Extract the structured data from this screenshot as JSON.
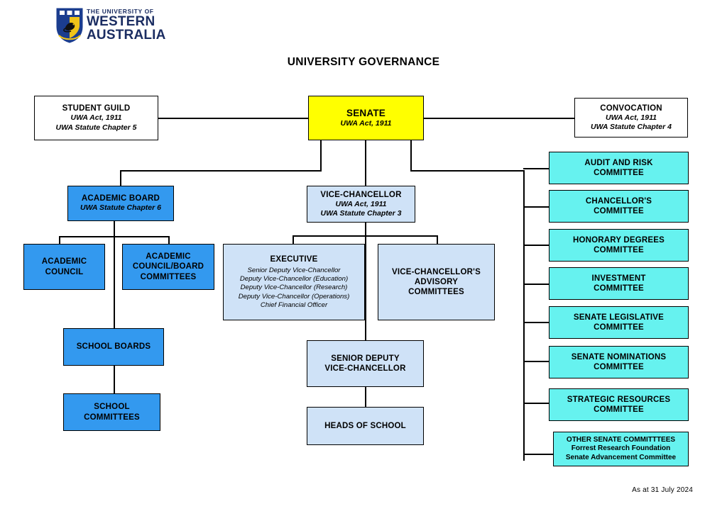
{
  "logo": {
    "line1": "THE UNIVERSITY OF",
    "line2": "WESTERN",
    "line3": "AUSTRALIA",
    "icon": "uwa-shield-swan-crest",
    "shield_blue": "#1b3d8f",
    "shield_gold": "#f0c419",
    "wordmark_color": "#1b2d62"
  },
  "title": "UNIVERSITY GOVERNANCE",
  "footer": {
    "date_note": "As at 31 July 2024"
  },
  "colors": {
    "white": "#ffffff",
    "yellow": "#ffff00",
    "blue": "#3399ef",
    "light_blue": "#cfe2f7",
    "cyan": "#66f2ef",
    "border": "#000000"
  },
  "nodes": {
    "student_guild": {
      "title": "STUDENT GUILD",
      "sub1": "UWA Act, 1911",
      "sub2": "UWA Statute Chapter 5"
    },
    "senate": {
      "title": "SENATE",
      "sub1": "UWA Act, 1911"
    },
    "convocation": {
      "title": "CONVOCATION",
      "sub1": "UWA Act, 1911",
      "sub2": "UWA Statute Chapter 4"
    },
    "academic_board": {
      "title": "ACADEMIC BOARD",
      "sub1": "UWA Statute Chapter 6"
    },
    "academic_council": {
      "title_line1": "ACADEMIC",
      "title_line2": "COUNCIL"
    },
    "academic_council_board_committees": {
      "title_line1": "ACADEMIC",
      "title_line2": "COUNCIL/BOARD",
      "title_line3": "COMMITTEES"
    },
    "school_boards": {
      "title": "SCHOOL BOARDS"
    },
    "school_committees": {
      "title_line1": "SCHOOL",
      "title_line2": "COMMITTEES"
    },
    "vice_chancellor": {
      "title": "VICE-CHANCELLOR",
      "sub1": "UWA Act, 1911",
      "sub2": "UWA Statute Chapter 3"
    },
    "executive": {
      "title": "EXECUTIVE",
      "members": [
        "Senior Deputy Vice-Chancellor",
        "Deputy Vice-Chancellor (Education)",
        "Deputy Vice-Chancellor (Research)",
        "Deputy Vice-Chancellor (Operations)",
        "Chief Financial Officer"
      ]
    },
    "vc_advisory_committees": {
      "title_line1": "VICE-CHANCELLOR'S",
      "title_line2": "ADVISORY",
      "title_line3": "COMMITTEES"
    },
    "senior_deputy_vc": {
      "title_line1": "SENIOR DEPUTY",
      "title_line2": "VICE-CHANCELLOR"
    },
    "heads_of_school": {
      "title": "HEADS OF SCHOOL"
    }
  },
  "senate_committees": [
    {
      "line1": "AUDIT AND RISK",
      "line2": "COMMITTEE"
    },
    {
      "line1": "CHANCELLOR'S",
      "line2": "COMMITTEE"
    },
    {
      "line1": "HONORARY DEGREES",
      "line2": "COMMITTEE"
    },
    {
      "line1": "INVESTMENT",
      "line2": "COMMITTEE"
    },
    {
      "line1": "SENATE LEGISLATIVE",
      "line2": "COMMITTEE"
    },
    {
      "line1": "SENATE NOMINATIONS",
      "line2": "COMMITTEE"
    },
    {
      "line1": "STRATEGIC RESOURCES",
      "line2": "COMMITTEE"
    }
  ],
  "other_senate_committees": {
    "title": "OTHER SENATE COMMITTTEES",
    "item1": "Forrest Research Foundation",
    "item2": "Senate Advancement Committee"
  }
}
